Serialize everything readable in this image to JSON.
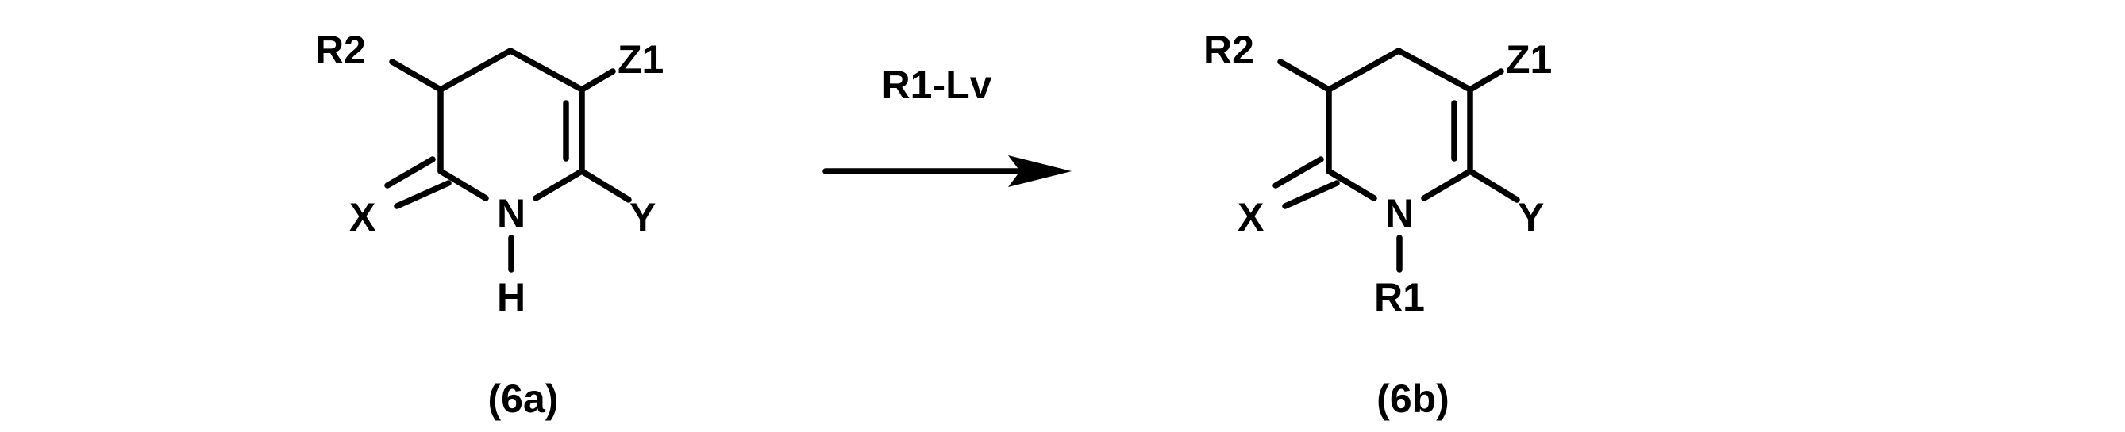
{
  "reactant": {
    "label": "(6a)",
    "atoms": {
      "r2": "R2",
      "z1": "Z1",
      "x": "X",
      "y": "Y",
      "n": "N",
      "h": "H"
    }
  },
  "reagent": {
    "label": "R1-Lv"
  },
  "product": {
    "label": "(6b)",
    "atoms": {
      "r2": "R2",
      "z1": "Z1",
      "x": "X",
      "y": "Y",
      "n": "N",
      "r1": "R1"
    }
  },
  "colors": {
    "ink": "#000000",
    "background": "#ffffff"
  }
}
